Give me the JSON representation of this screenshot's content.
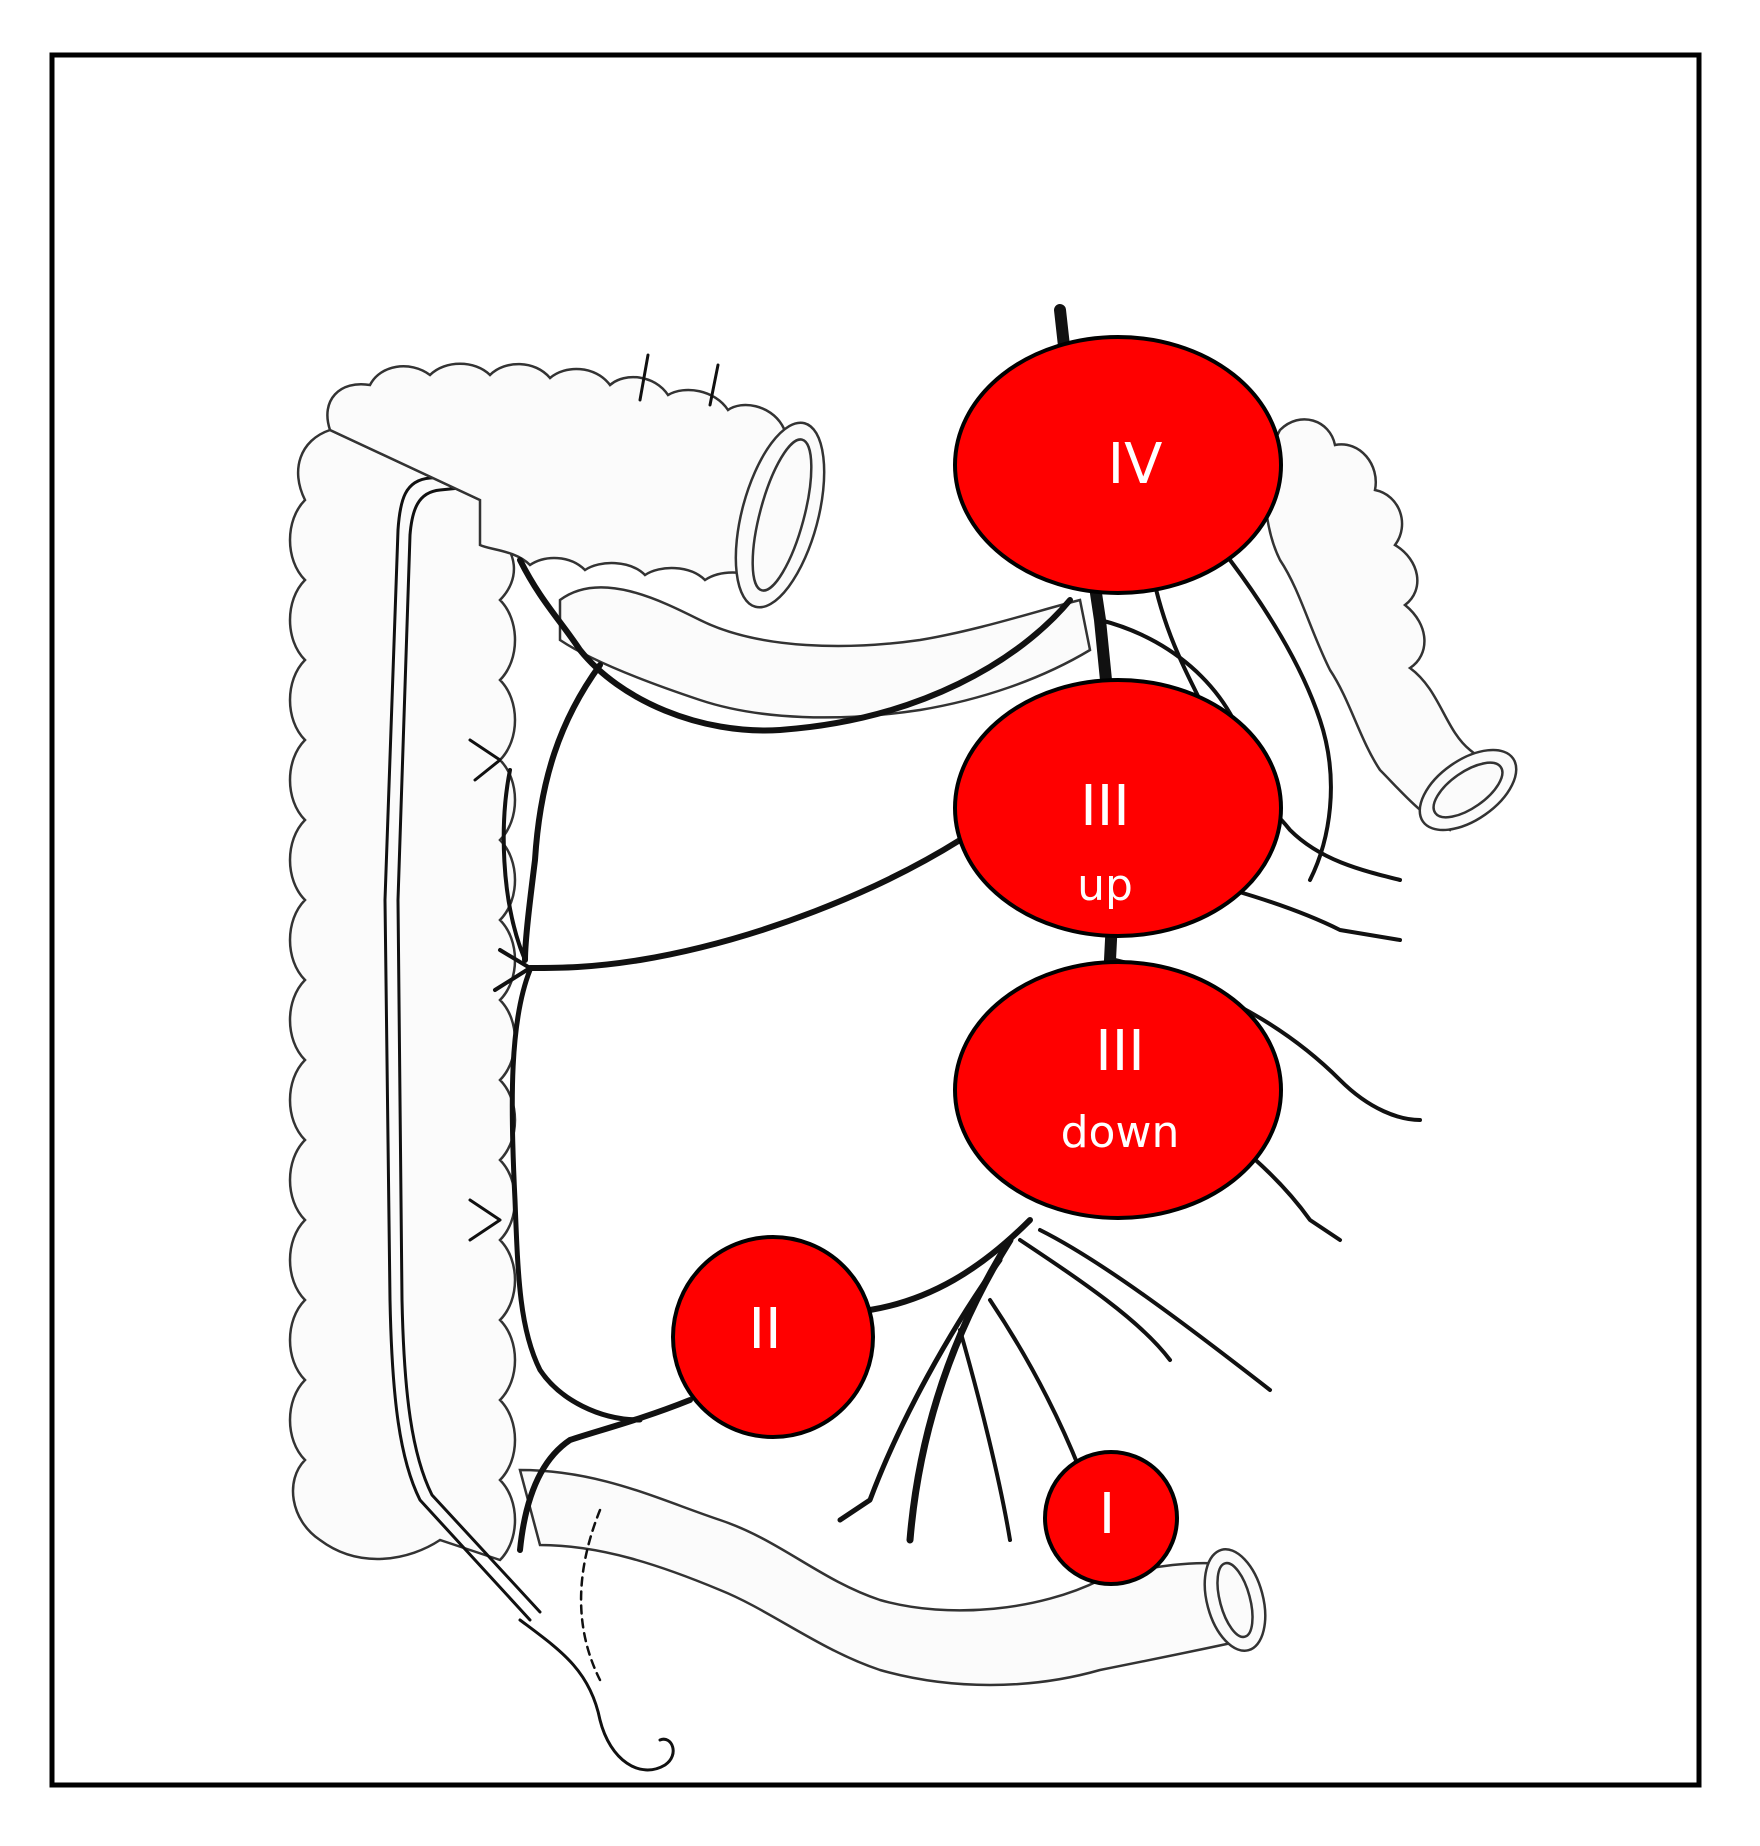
{
  "figure": {
    "border_color": "#000000",
    "node_color": "#ff0000",
    "label_color": "#ffffff"
  },
  "nodes": {
    "iv": {
      "line1": "IV"
    },
    "iii_up": {
      "line1": "III",
      "line2": "up"
    },
    "iii_down": {
      "line1": "III",
      "line2": "down"
    },
    "ii": {
      "line1": "II"
    },
    "i": {
      "line1": "I"
    }
  }
}
